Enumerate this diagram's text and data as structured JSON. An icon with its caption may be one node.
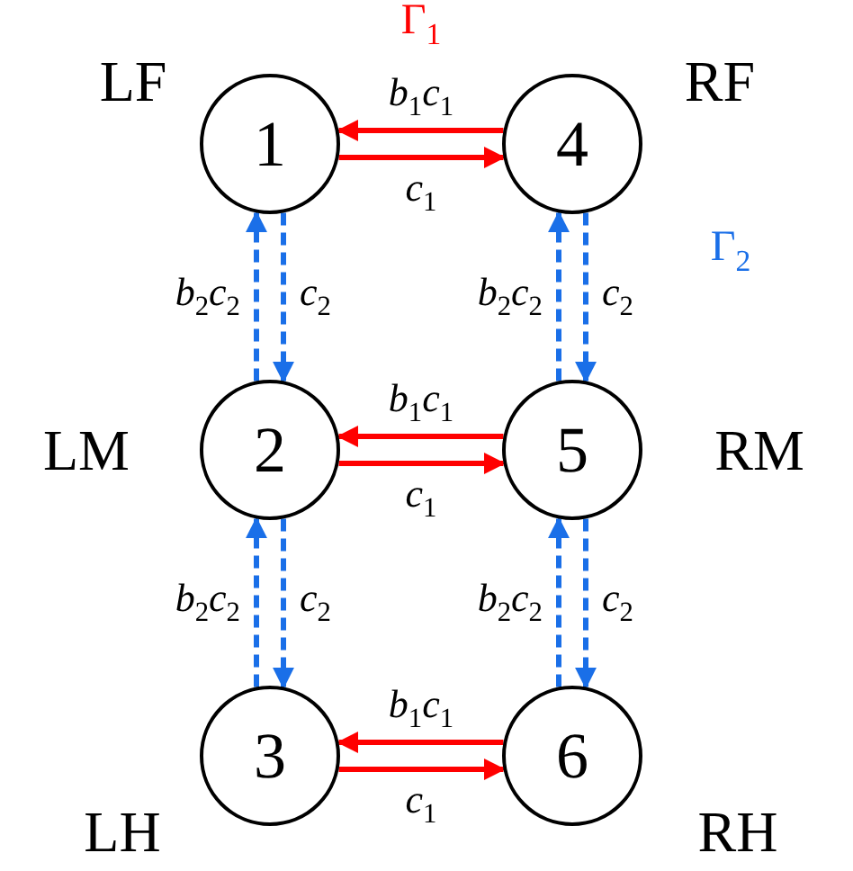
{
  "diagram": {
    "nodes": [
      {
        "text": [
          "1"
        ],
        "beside": [
          "LF"
        ]
      },
      {
        "text": [
          "4"
        ],
        "beside": [
          "RF"
        ]
      },
      {
        "text": [
          "2"
        ],
        "beside": [
          "LM"
        ]
      },
      {
        "text": [
          "5"
        ],
        "beside": [
          "RM"
        ]
      },
      {
        "text": [
          "3"
        ],
        "beside": [
          "LH"
        ]
      },
      {
        "text": [
          "6"
        ],
        "beside": [
          "RH"
        ]
      }
    ],
    "edges": [
      {
        "from": 1,
        "to": 0,
        "arrow": "to",
        "label": "b$_{1}$c$_{1}$",
        "color": "#ff0000"
      },
      {
        "from": 0,
        "to": 1,
        "arrow": "to",
        "label": "c$_{1}$",
        "color": "#ff0000"
      },
      {
        "from": 2,
        "to": 0,
        "arrow": "to",
        "label": "b$_{2}$c$_{2}$",
        "style": "dashed"
      },
      {
        "from": 0,
        "to": 2,
        "arrow": "to",
        "label": "c$_{2}$",
        "style": "dashed"
      },
      {
        "from": 3,
        "to": 1,
        "arrow": "to",
        "label": "b$_{2}$c$_{2}$",
        "style": "dashed"
      },
      {
        "from": 1,
        "to": 3,
        "arrow": "to",
        "label": "c$_{2}$",
        "style": "dashed"
      },
      {
        "from": 3,
        "to": 2,
        "arrow": "to",
        "label": "b$_{1}$c$_{1}$",
        "color": "#ff0000"
      },
      {
        "from": 2,
        "to": 3,
        "arrow": "to",
        "label": "c$_{1}$",
        "color": "#ff0000"
      },
      {
        "from": 4,
        "to": 2,
        "arrow": "to",
        "label": "b$_{2}$c$_{2}$",
        "style": "dashed"
      },
      {
        "from": 2,
        "to": 4,
        "arrow": "to",
        "label": "c$_{2}$",
        "style": "dashed"
      },
      {
        "from": 5,
        "to": 3,
        "arrow": "to",
        "label": "b$_{2}$c$_{2}$",
        "style": "dashed"
      },
      {
        "from": 3,
        "to": 5,
        "arrow": "to",
        "label": "c$_{2}$",
        "style": "dashed"
      },
      {
        "from": 5,
        "to": 4,
        "arrow": "to",
        "label": "b$_{1}$c$_{1}$",
        "color": "#ff0000"
      },
      {
        "from": 4,
        "to": 5,
        "arrow": "to",
        "label": "c$_{1}$",
        "color": "#ff0000"
      }
    ],
    "labels": [
      "Γ$_{1}$",
      "Γ$_{2}$"
    ]
  }
}
